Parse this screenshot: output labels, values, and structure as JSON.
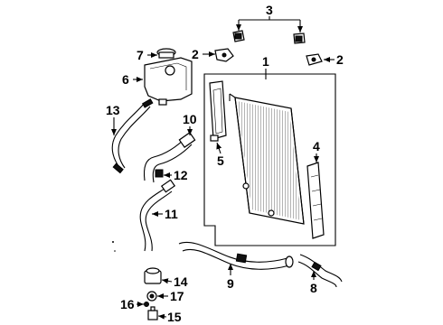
{
  "diagram": {
    "callouts": [
      "1",
      "2",
      "2",
      "3",
      "4",
      "5",
      "6",
      "7",
      "8",
      "9",
      "10",
      "11",
      "12",
      "13",
      "14",
      "15",
      "16",
      "17"
    ]
  }
}
